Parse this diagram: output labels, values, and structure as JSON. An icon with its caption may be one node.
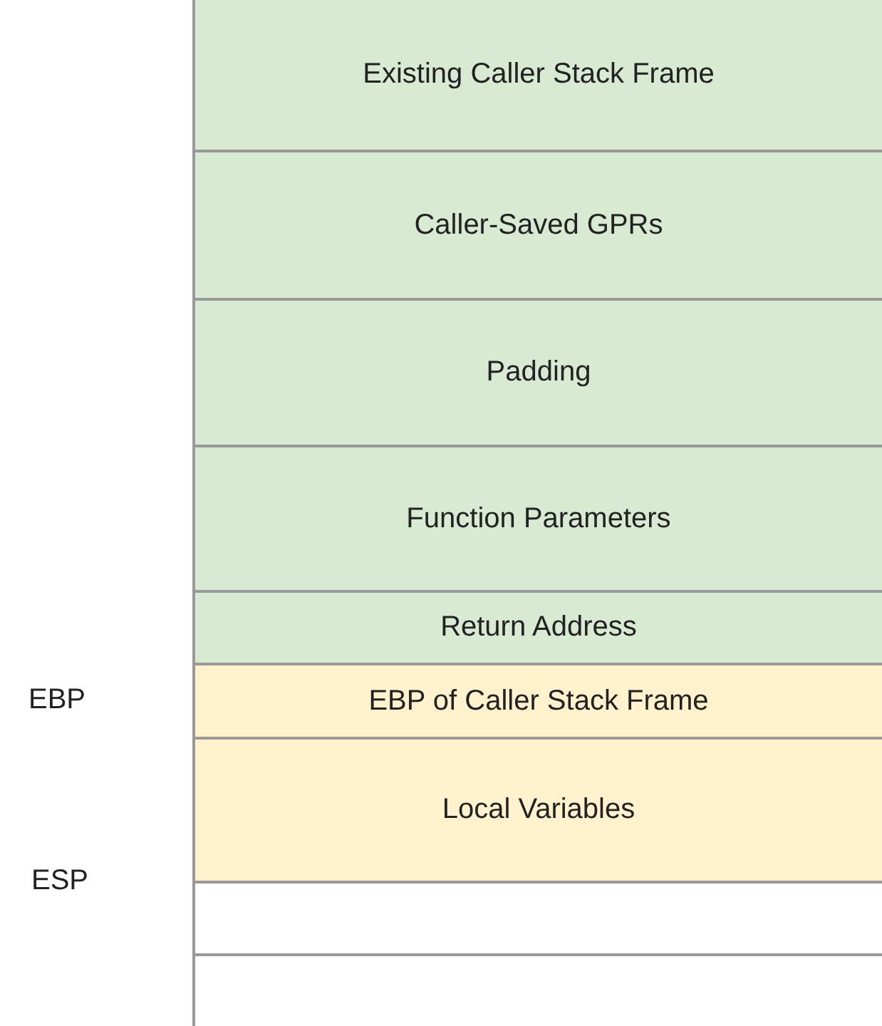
{
  "diagram": {
    "nodes": [
      {
        "text": [
          "Existing Caller Stack Frame"
        ]
      },
      {
        "text": [
          "Caller-Saved GPRs"
        ]
      },
      {
        "text": [
          "Padding"
        ]
      },
      {
        "text": [
          "Function Parameters"
        ]
      },
      {
        "text": [
          "Return Address"
        ]
      },
      {
        "text": [
          "EBP of Caller Stack Frame"
        ]
      },
      {
        "text": [
          "Local Variables"
        ]
      },
      {
        "text": [],
        "shape": "box"
      },
      {
        "text": [],
        "shape": "box"
      }
    ],
    "labels": [
      "EBP",
      "ESP"
    ]
  }
}
